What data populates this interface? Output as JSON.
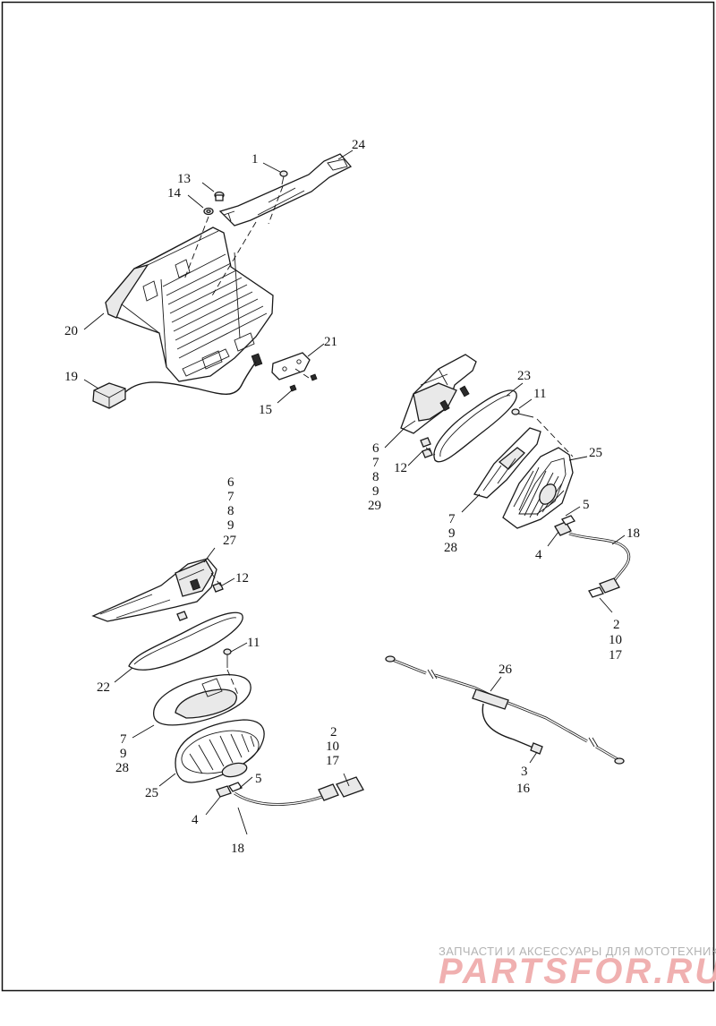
{
  "diagram": {
    "callouts": {
      "c1": "1",
      "c24": "24",
      "c13": "13",
      "c14": "14",
      "c20": "20",
      "c21": "21",
      "c19": "19",
      "c15": "15",
      "c23": "23",
      "c11a": "11",
      "c6a": "6",
      "c7a": "7",
      "c8a": "8",
      "c9a": "9",
      "c29": "29",
      "c12a": "12",
      "c25a": "25",
      "c5a": "5",
      "c7b": "7",
      "c9b": "9",
      "c28a": "28",
      "c4a": "4",
      "c18a": "18",
      "c2a": "2",
      "c10a": "10",
      "c17a": "17",
      "c6b": "6",
      "c7c": "7",
      "c8b": "8",
      "c9c": "9",
      "c27": "27",
      "c12b": "12",
      "c11b": "11",
      "c22": "22",
      "c26": "26",
      "c7d": "7",
      "c9d": "9",
      "c28b": "28",
      "c2b": "2",
      "c10b": "10",
      "c17b": "17",
      "c3": "3",
      "c16": "16",
      "c25b": "25",
      "c5b": "5",
      "c4b": "4",
      "c18b": "18"
    }
  },
  "watermark": {
    "caption": "ЗАПЧАСТИ И АКСЕССУАРЫ ДЛЯ МОТОТЕХНИКИ",
    "logo": "PARTSFOR.RU"
  }
}
